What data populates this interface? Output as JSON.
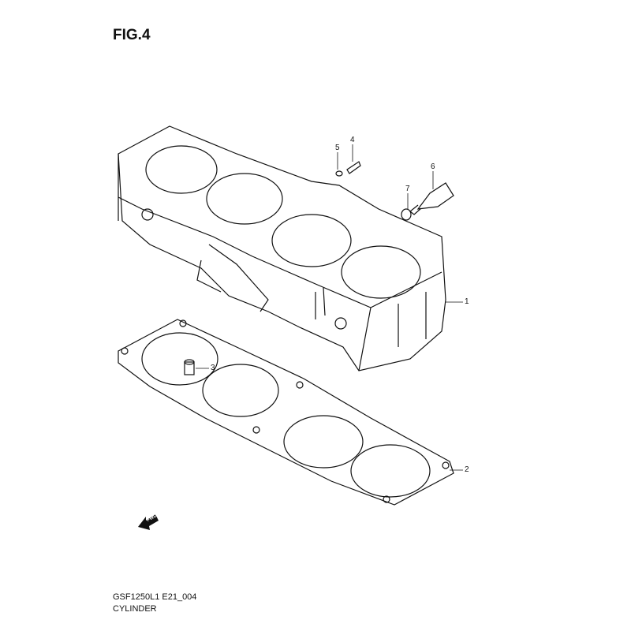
{
  "figure": {
    "title": "FIG.4",
    "model_code": "GSF1250L1 E21_004",
    "name": "CYLINDER"
  },
  "callouts": [
    "1",
    "2",
    "3",
    "4",
    "5",
    "6",
    "7"
  ],
  "fwd_label": "FWD"
}
